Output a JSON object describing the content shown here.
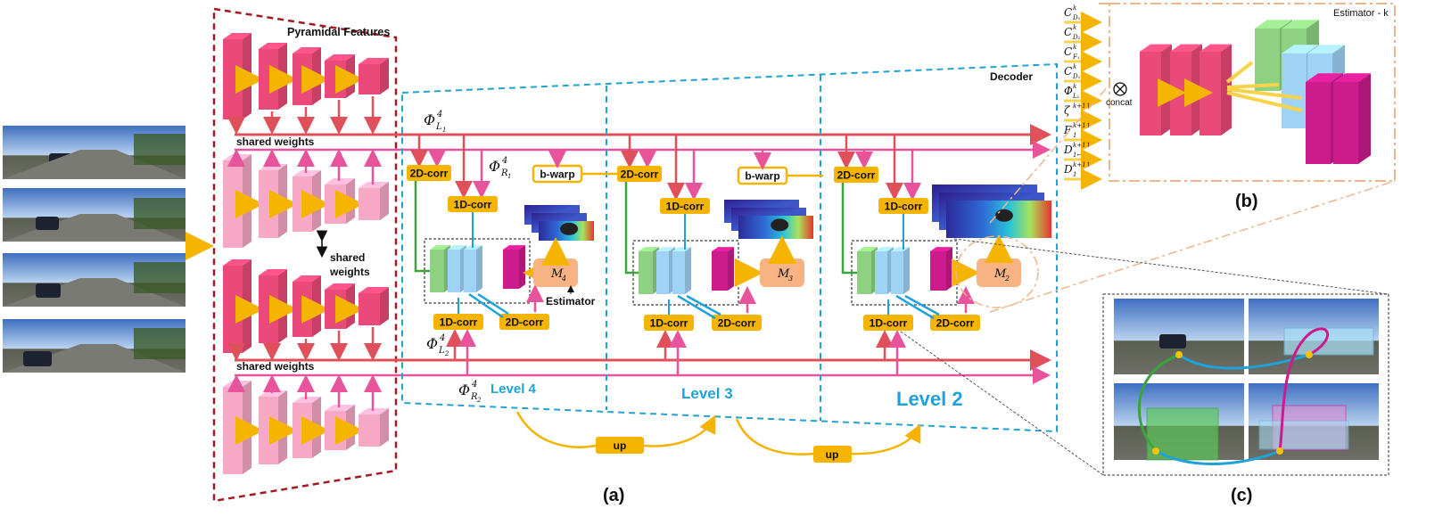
{
  "labels": {
    "pyramidal_features": "Pyramidal Features",
    "shared_weights_top": "shared weights",
    "shared_weights_middle_1": "shared",
    "shared_weights_middle_2": "weights",
    "shared_weights_bottom": "shared weights",
    "decoder": "Decoder",
    "level4": "Level 4",
    "level3": "Level 3",
    "level2": "Level 2",
    "phi_L1": "Φ",
    "phi_L1_sup": "4",
    "phi_L1_sub": "L",
    "phi_L1_subsub": "1",
    "phi_R1": "Φ",
    "phi_R1_sup": "4",
    "phi_R1_sub": "R",
    "phi_R1_subsub": "1",
    "phi_L2": "Φ",
    "phi_L2_sup": "4",
    "phi_L2_sub": "L",
    "phi_L2_subsub": "2",
    "phi_R2": "Φ",
    "phi_R2_sup": "4",
    "phi_R2_sub": "R",
    "phi_R2_subsub": "2",
    "corr2d": "2D-corr",
    "corr1d": "1D-corr",
    "bwarp": "b-warp",
    "up": "up",
    "estimator": "Estimator",
    "estimator_k": "Estimator - k",
    "concat": "concat",
    "M4": "M",
    "M4_sub": "4",
    "M3": "M",
    "M3_sub": "3",
    "M2": "M",
    "M2_sub": "2",
    "panel_a": "(a)",
    "panel_b": "(b)",
    "panel_c": "(c)"
  },
  "estimator_inputs": [
    {
      "base": "C",
      "sup": "k",
      "sub": "D₁"
    },
    {
      "base": "C",
      "sup": "k",
      "sub": "D₂"
    },
    {
      "base": "C",
      "sup": "k",
      "sub": "F₁"
    },
    {
      "base": "C",
      "sup": "k",
      "sub": "D₁←₂"
    },
    {
      "base": "Φ",
      "sup": "k",
      "sub": "L₁"
    },
    {
      "base": "ζ",
      "sup": "k+1↑",
      "sub": ""
    },
    {
      "base": "F",
      "sup": "k+1↑",
      "sub": "1"
    },
    {
      "base": "D",
      "sup": "k+1↑",
      "sub": "1←2"
    },
    {
      "base": "D",
      "sup": "k+1↑",
      "sub": "1"
    }
  ],
  "colors": {
    "feature_dark": "#ea4a79",
    "feature_light": "#f6a8c4",
    "line_red": "#e0505b",
    "line_pink": "#e8549b",
    "gold": "#f5b400",
    "yellow_arrow": "#f8d24a",
    "blue_dashed": "#21a3d4",
    "maroon_dashed": "#a31b22",
    "green_block": "#8fd183",
    "blue_block": "#9fd3f6",
    "magenta_block": "#cc1b8c",
    "orange_block": "#f7b383",
    "level_text": "#1fa2d9",
    "green_line": "#3aa53a",
    "orange_dash": "#f0b58a"
  }
}
